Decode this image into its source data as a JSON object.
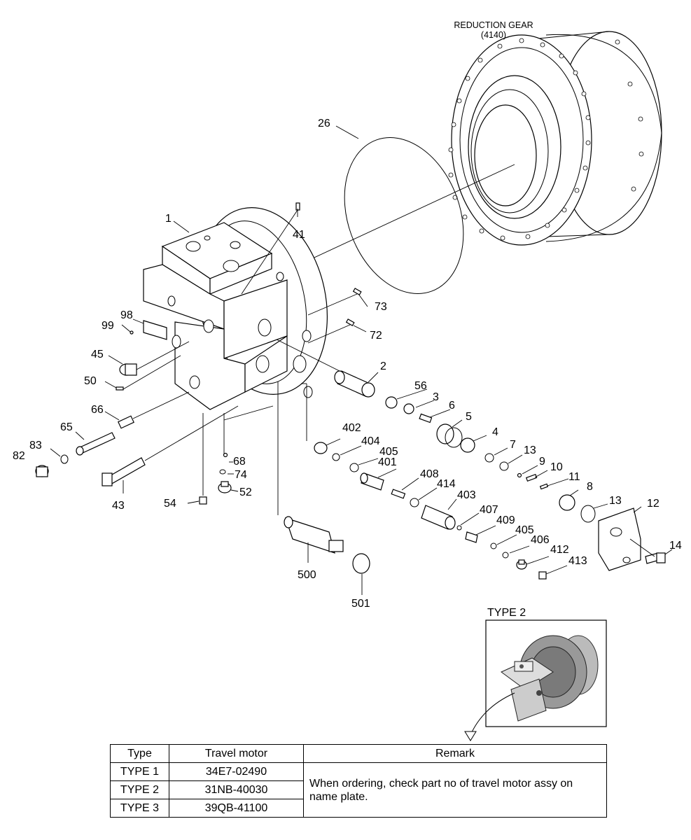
{
  "reduction_gear": {
    "name": "REDUCTION GEAR",
    "code": "(4140)"
  },
  "callouts": {
    "p1": "1",
    "p2": "2",
    "p3": "3",
    "p4": "4",
    "p5": "5",
    "p6": "6",
    "p7": "7",
    "p8": "8",
    "p9": "9",
    "p10": "10",
    "p11": "11",
    "p12": "12",
    "p13a": "13",
    "p13b": "13",
    "p14": "14",
    "p26": "26",
    "p41": "41",
    "p43": "43",
    "p45": "45",
    "p50": "50",
    "p52": "52",
    "p54": "54",
    "p56": "56",
    "p65": "65",
    "p66": "66",
    "p68": "68",
    "p72": "72",
    "p73": "73",
    "p74": "74",
    "p82": "82",
    "p83": "83",
    "p98": "98",
    "p99": "99",
    "p401": "401",
    "p402": "402",
    "p403": "403",
    "p404": "404",
    "p405a": "405",
    "p405b": "405",
    "p406": "406",
    "p407": "407",
    "p408": "408",
    "p409": "409",
    "p412": "412",
    "p413": "413",
    "p414": "414",
    "p500": "500",
    "p501": "501"
  },
  "type2_box": {
    "label": "TYPE 2"
  },
  "table": {
    "headers": [
      "Type",
      "Travel motor",
      "Remark"
    ],
    "rows": [
      {
        "type": "TYPE 1",
        "motor": "34E7-02490"
      },
      {
        "type": "TYPE 2",
        "motor": "31NB-40030"
      },
      {
        "type": "TYPE 3",
        "motor": "39QB-41100"
      }
    ],
    "remark": "When ordering, check part no of travel motor assy on name plate."
  }
}
